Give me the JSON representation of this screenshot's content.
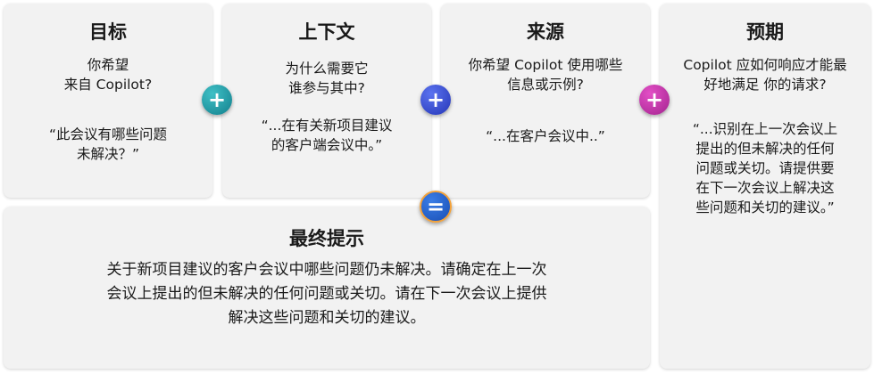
{
  "cards": [
    {
      "title": "目标",
      "question": "你希望\n来自 Copilot?",
      "example": "“此会议有哪些问题\n未解决？”"
    },
    {
      "title": "上下文",
      "question": "为什么需要它\n谁参与其中?",
      "example": "“...在有关新项目建议\n的客户端会议中。”"
    },
    {
      "title": "来源",
      "question": "你希望 Copilot 使用哪些\n信息或示例?",
      "example": "“...在客户会议中..”"
    },
    {
      "title": "预期",
      "question": "Copilot 应如何响应才能最\n好地满足 你的请求?",
      "example": "“...识别在上一次会议上\n提出的但未解决的任何\n问题或关切。请提供要\n在下一次会议上解决这\n些问题和关切的建议。”"
    }
  ],
  "operators": [
    "+",
    "+",
    "+",
    "="
  ],
  "final": {
    "title": "最终提示",
    "text": "关于新项目建议的客户会议中哪些问题仍未解决。请确定在上一次\n会议上提出的但未解决的任何问题或关切。请在下一次会议上提供\n解决这些问题和关切的建议。"
  }
}
